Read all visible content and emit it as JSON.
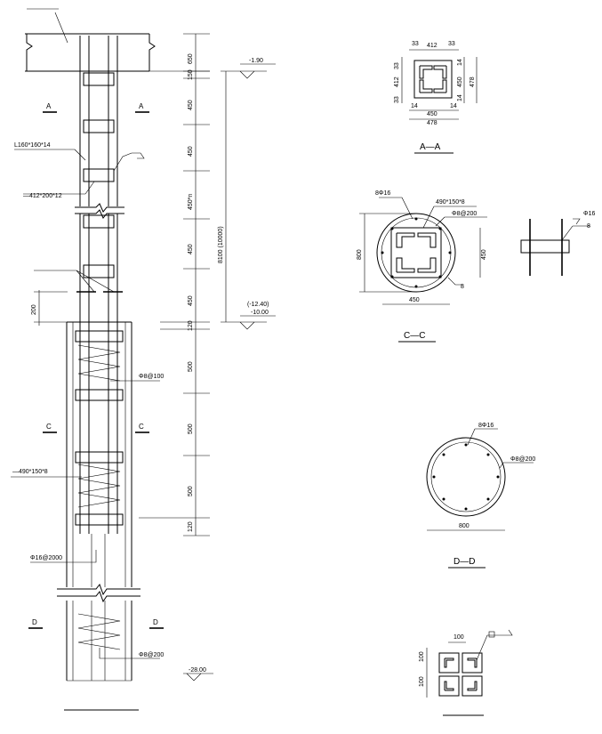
{
  "elevation": {
    "levels": {
      "top": "-1.90",
      "mid_paren": "(-12.40)",
      "mid": "-10.00",
      "bottom": "-28.00"
    },
    "dims": {
      "d650": "650",
      "d150": "150",
      "d450a": "450",
      "d450b": "450",
      "d450c": "450*n",
      "d450d": "450",
      "d450e": "450",
      "d120a": "120",
      "d500a": "500",
      "d500b": "500",
      "d500c": "500",
      "d120b": "120",
      "d200": "200",
      "overall": "8100 (10000)"
    },
    "labels": {
      "angle": "L160*160*14",
      "plate": "—412*200*12",
      "band": "—490*150*8",
      "spiral1": "Φ8@100",
      "bar": "Φ16@2000",
      "spiral2": "Φ8@200"
    },
    "section_marks": {
      "a_left": "A",
      "a_right": "A",
      "c_left": "C",
      "c_right": "C",
      "d_left": "D",
      "d_right": "D"
    }
  },
  "section_aa": {
    "title": "A—A",
    "dims": {
      "t33a": "33",
      "t412": "412",
      "t33b": "33",
      "l33a": "33",
      "l412": "412",
      "l33b": "33",
      "b14a": "14",
      "b450": "450",
      "b14b": "14",
      "b478": "478",
      "r14a": "14",
      "r450": "450",
      "r14b": "14",
      "r478": "478"
    }
  },
  "section_cc": {
    "title": "C—C",
    "bars": "8Φ16",
    "band": "490*150*8",
    "spiral": "Φ8@200",
    "d800": "800",
    "d450h": "450",
    "d450v": "450",
    "weld8": "8",
    "side_bar": "Φ16",
    "side_weld": "8"
  },
  "section_dd": {
    "title": "D—D",
    "bars": "8Φ16",
    "spiral": "Φ8@200",
    "d800": "800"
  },
  "detail": {
    "d100a": "100",
    "d100b": "100",
    "d100c": "100"
  }
}
